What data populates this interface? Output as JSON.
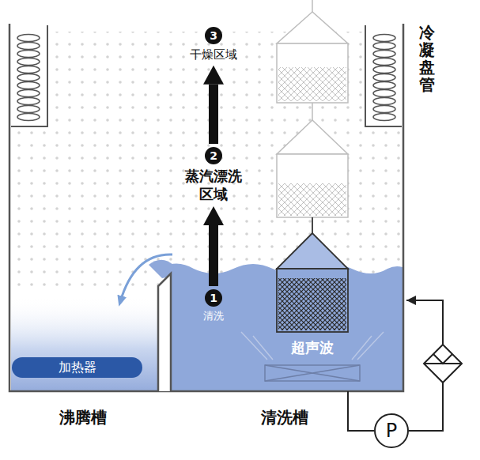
{
  "diagram": {
    "nodes": [
      {
        "text": [
          "3",
          "干燥区域"
        ]
      },
      {
        "text": [
          "2",
          "蒸汽漂洗区域"
        ]
      },
      {
        "text": [
          "1",
          "清洗"
        ]
      },
      {
        "text": [
          "加热器"
        ]
      },
      {
        "text": [
          "P"
        ]
      }
    ],
    "edges": [
      {
        "from": 2,
        "to": 1,
        "arrow": "to"
      },
      {
        "from": 1,
        "to": 0,
        "arrow": "to"
      }
    ],
    "labels": [
      "冷凝盘管",
      "超声波",
      "沸腾槽",
      "清洗槽"
    ]
  }
}
